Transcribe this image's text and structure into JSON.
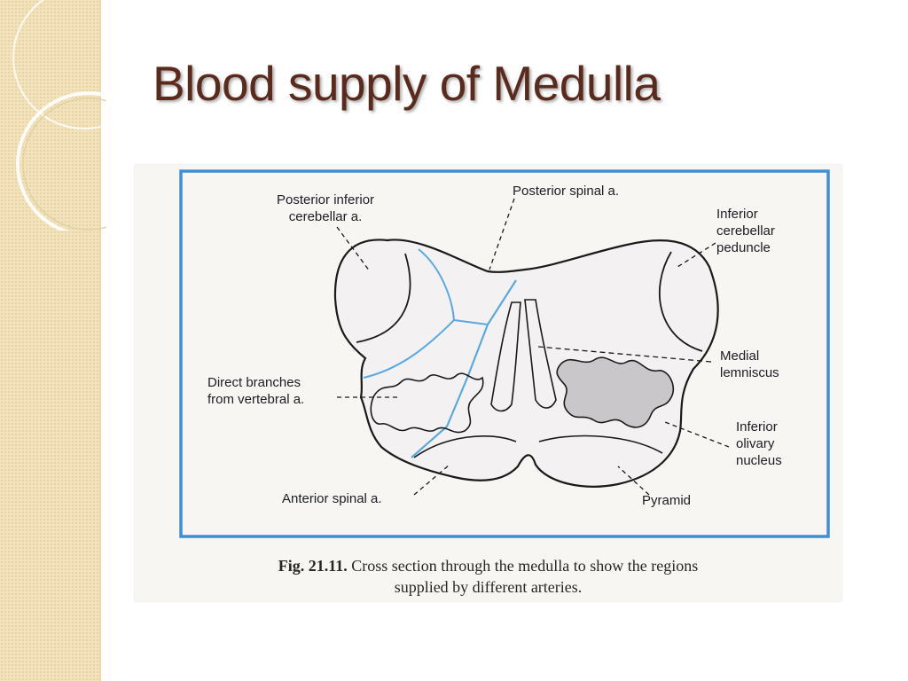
{
  "slide": {
    "title": "Blood supply of Medulla"
  },
  "figure": {
    "labels": {
      "posterior_inferior_cerebellar": [
        "Posterior inferior",
        "cerebellar a."
      ],
      "posterior_spinal": "Posterior spinal a.",
      "inferior_cerebellar_peduncle": [
        "Inferior",
        "cerebellar",
        "peduncle"
      ],
      "medial_lemniscus": [
        "Medial",
        "lemniscus"
      ],
      "direct_branches": [
        "Direct branches",
        "from vertebral a."
      ],
      "inferior_olivary_nucleus": [
        "Inferior",
        "olivary",
        "nucleus"
      ],
      "anterior_spinal": "Anterior spinal a.",
      "pyramid": "Pyramid"
    },
    "caption": {
      "fig_number": "Fig. 21.11.",
      "text_line1": "Cross section through the medulla to show the regions",
      "text_line2": "supplied by different arteries."
    }
  },
  "colors": {
    "title": "#5a2a1c",
    "side_band": "#f3e3bd",
    "frame_blue": "#3f8fd8",
    "artery_boundary": "#5aa8e0",
    "outline": "#1a1a1a"
  }
}
